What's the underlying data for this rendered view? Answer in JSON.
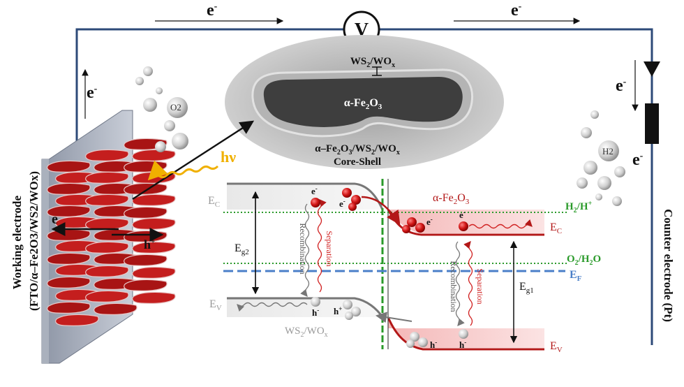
{
  "circuit": {
    "electron_label": "e",
    "electron_sup": "-",
    "voltmeter_label": "V"
  },
  "tem": {
    "shell_label": "WS",
    "shell_label_full": "WS2/WOx",
    "core_label": "α-Fe2O3",
    "caption_line1": "α–Fe2O3/WS2/WOx",
    "caption_line2": "Core-Shell"
  },
  "gases": {
    "o2": "O2",
    "h2": "H2"
  },
  "photon": "hν",
  "working_electrode": {
    "line1": "Working electrode",
    "line2": "(FTO/α–Fe2O3/WS2/WOx)"
  },
  "counter_electrode": "Counter electrode (Pt)",
  "band": {
    "ec_left": "EC",
    "ev_left": "EV",
    "eg2": "Eg2",
    "eg1": "Eg1",
    "ec_right": "EC",
    "ev_right": "EV",
    "ef": "EF",
    "h2_level": "H2/H+",
    "o2_level": "O2/H2O",
    "left_material": "WS2/WOx",
    "right_material": "α-Fe2O3",
    "recombination": "Recombination",
    "separation": "Separation",
    "electron": "e",
    "hole": "h",
    "charge_sign": "-",
    "hole_sign": "+"
  },
  "colors": {
    "wire": "#2d4a78",
    "fe2o3_red": "#b31818",
    "ef_blue": "#4a7fc8",
    "level_green": "#2a9a2a",
    "photon_yellow": "#f0b000"
  }
}
